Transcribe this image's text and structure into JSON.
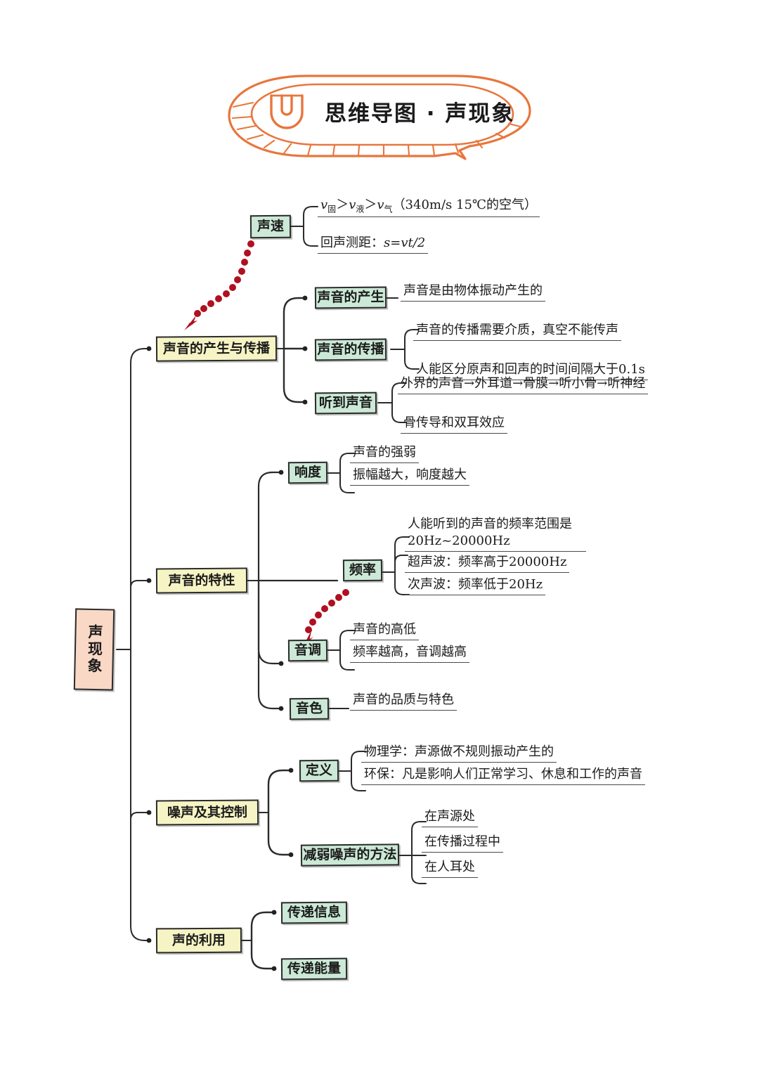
{
  "banner": {
    "title": "思维导图 · 声现象",
    "logo_icon": "magnet-logo-icon",
    "accent_color": "#e8763c"
  },
  "root": {
    "label": "声现象",
    "color": "#f9d8c6"
  },
  "colors": {
    "branch": "#f6f4c4",
    "topic": "#cbe9d6",
    "arrow": "#b01020",
    "line": "#2b2b2b"
  },
  "floating": {
    "speed_node": {
      "label": "声速",
      "color": "#cbe9d6"
    },
    "speed_items": [
      {
        "prefix": "v",
        "sub1": "固",
        "gt1": "＞",
        "mid": "v",
        "sub2": "液",
        "gt2": "＞",
        "last": "v",
        "sub3": "气",
        "tail": "（340m/s 15℃的空气）"
      },
      {
        "text": "回声测距：",
        "formula": "s=vt/2"
      }
    ]
  },
  "branches": [
    {
      "label": "声音的产生与传播",
      "topics": [
        {
          "label": "声音的产生",
          "items": [
            "声音是由物体振动产生的"
          ]
        },
        {
          "label": "声音的传播",
          "items": [
            "声音的传播需要介质，真空不能传声",
            "人能区分原声和回声的时间间隔大于0.1s"
          ]
        },
        {
          "label": "听到声音",
          "items": [
            "外界的声音→外耳道→骨膜→听小骨→听神经",
            "骨传导和双耳效应"
          ]
        }
      ]
    },
    {
      "label": "声音的特性",
      "topics": [
        {
          "label": "响度",
          "items": [
            "声音的强弱",
            "振幅越大，响度越大"
          ]
        },
        {
          "label": "频率",
          "items": [
            "人能听到的声音的频率范围是 20Hz~20000Hz",
            "超声波：频率高于20000Hz",
            "次声波：频率低于20Hz"
          ]
        },
        {
          "label": "音调",
          "items": [
            "声音的高低",
            "频率越高，音调越高"
          ]
        },
        {
          "label": "音色",
          "items": [
            "声音的品质与特色"
          ]
        }
      ]
    },
    {
      "label": "噪声及其控制",
      "topics": [
        {
          "label": "定义",
          "items": [
            "物理学：声源做不规则振动产生的",
            "环保：凡是影响人们正常学习、休息和工作的声音"
          ]
        },
        {
          "label": "减弱噪声的方法",
          "items": [
            "在声源处",
            "在传播过程中",
            "在人耳处"
          ]
        }
      ]
    },
    {
      "label": "声的利用",
      "topics": [
        {
          "label": "传递信息",
          "items": []
        },
        {
          "label": "传递能量",
          "items": []
        }
      ]
    }
  ],
  "frequency_line1": "人能听到的声音的频率范围是",
  "frequency_line2": "20Hz~20000Hz"
}
